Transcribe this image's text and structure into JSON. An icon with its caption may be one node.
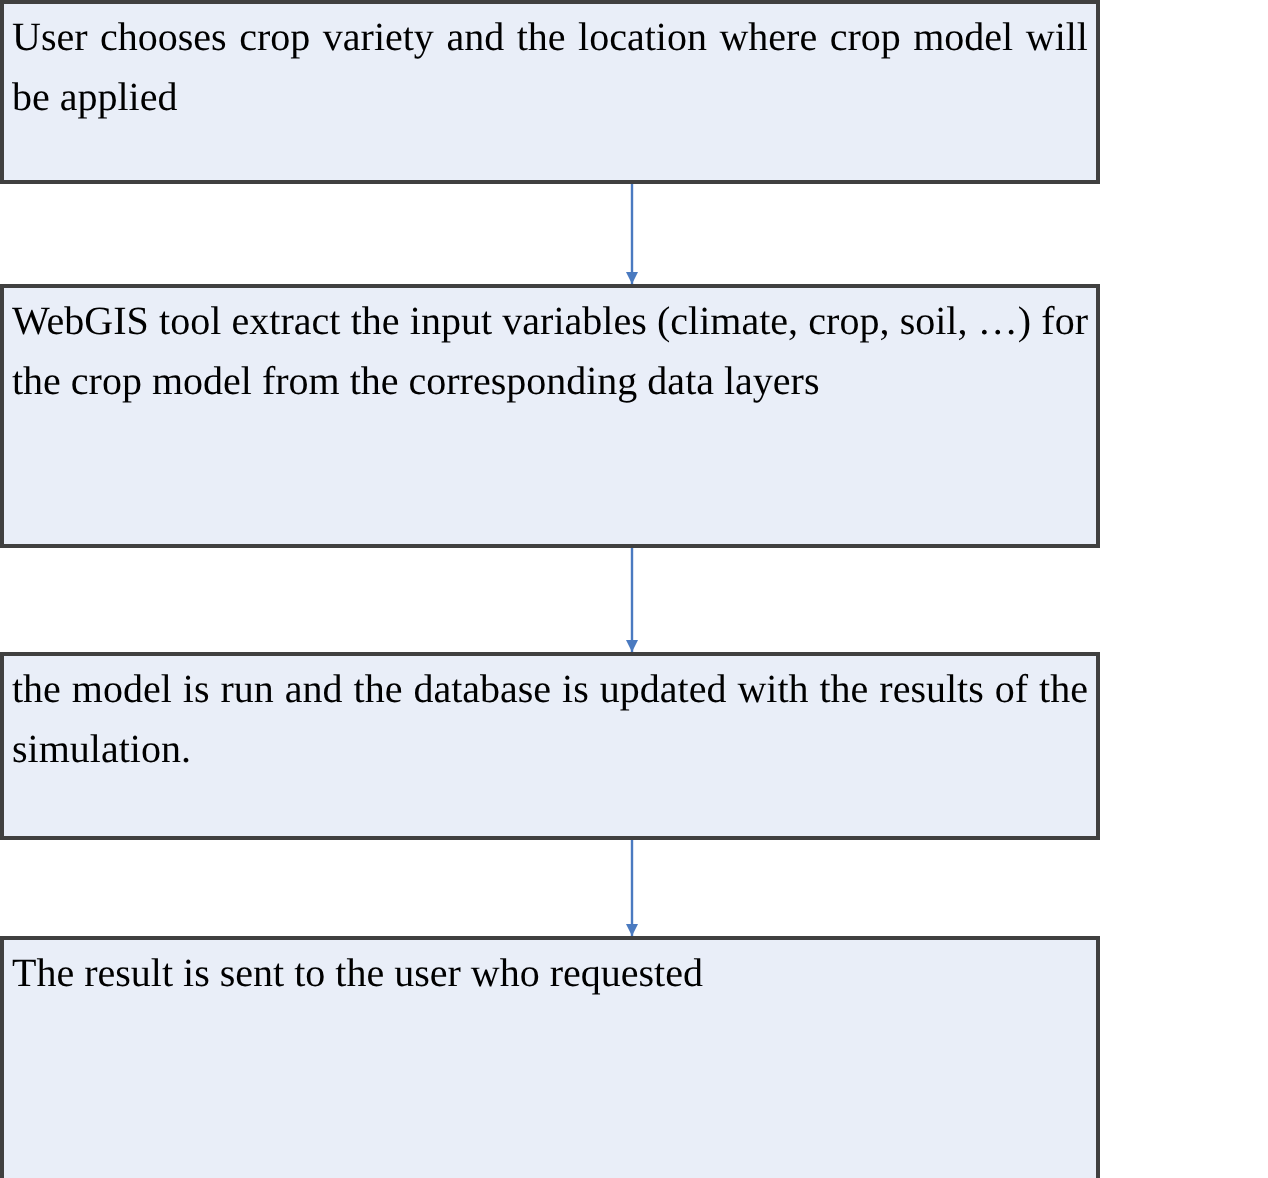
{
  "diagram": {
    "nodes": [
      {
        "text": [
          "User chooses crop variety and the location where crop model will be applied"
        ]
      },
      {
        "text": [
          "WebGIS tool extract the input variables (climate, crop, soil, …) for the crop model from the corresponding data layers"
        ]
      },
      {
        "text": [
          "the model is run and the database is updated with the results of the simulation."
        ]
      },
      {
        "text": [
          "The result is sent to the user who requested"
        ]
      }
    ],
    "edges": [
      {
        "from": 0,
        "to": 1,
        "arrow": "to"
      },
      {
        "from": 1,
        "to": 2,
        "arrow": "to"
      },
      {
        "from": 2,
        "to": 3,
        "arrow": "to"
      }
    ]
  }
}
